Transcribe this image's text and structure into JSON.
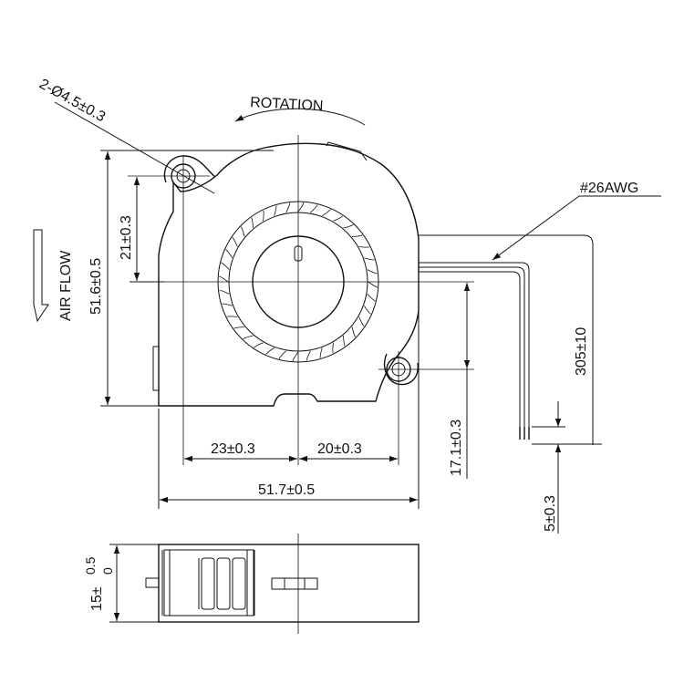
{
  "diagram": {
    "labels": {
      "hole_spec": "2-Ø4.5±0.3",
      "rotation": "ROTATION",
      "air_flow": "AIR FLOW",
      "wire_gauge": "#26AWG",
      "dim_hole_height": "21±0.3",
      "dim_height": "51.6±0.5",
      "dim_left_to_center": "23±0.3",
      "dim_center_to_hole": "20±0.3",
      "dim_width": "51.7±0.5",
      "dim_hole_offset": "17.1±0.3",
      "dim_lead_length": "305±10",
      "dim_strip_length": "5±0.3",
      "dim_thickness_main": "15±",
      "dim_tol_upper": "0.5",
      "dim_tol_lower": "0"
    }
  }
}
